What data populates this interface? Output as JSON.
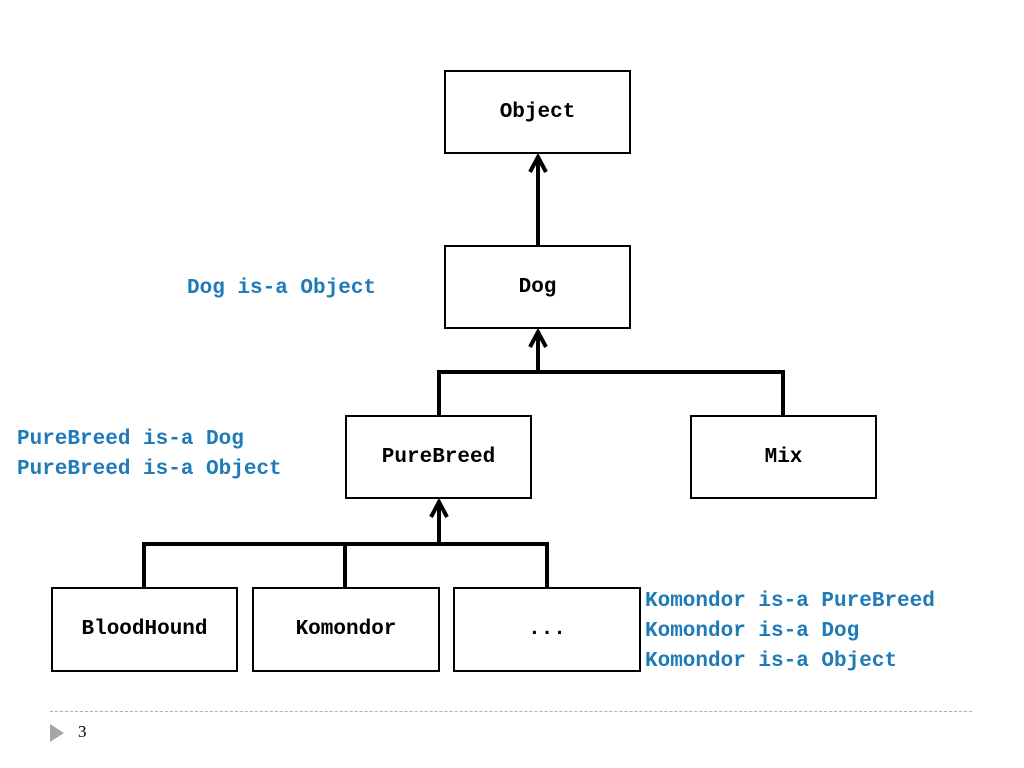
{
  "diagram": {
    "nodes": {
      "object": {
        "label": "Object"
      },
      "dog": {
        "label": "Dog"
      },
      "purebreed": {
        "label": "PureBreed"
      },
      "mix": {
        "label": "Mix"
      },
      "bloodhound": {
        "label": "BloodHound"
      },
      "komondor": {
        "label": "Komondor"
      },
      "more": {
        "label": "..."
      }
    },
    "edges": [
      {
        "from": "dog",
        "to": "object"
      },
      {
        "from": "purebreed",
        "to": "dog"
      },
      {
        "from": "mix",
        "to": "dog"
      },
      {
        "from": "bloodhound",
        "to": "purebreed"
      },
      {
        "from": "komondor",
        "to": "purebreed"
      },
      {
        "from": "more",
        "to": "purebreed"
      }
    ],
    "annotations": {
      "dog": [
        "Dog is-a Object"
      ],
      "purebreed": [
        "PureBreed is-a Dog",
        "PureBreed is-a Object"
      ],
      "komondor": [
        "Komondor is-a PureBreed",
        "Komondor is-a Dog",
        "Komondor is-a Object"
      ]
    }
  },
  "footer": {
    "page_number": "3",
    "marker_icon": "triangle-right-icon"
  },
  "colors": {
    "annotation": "#1f7ab8",
    "node_border": "#000000",
    "edge": "#000000",
    "marker": "#a6a6a6"
  }
}
